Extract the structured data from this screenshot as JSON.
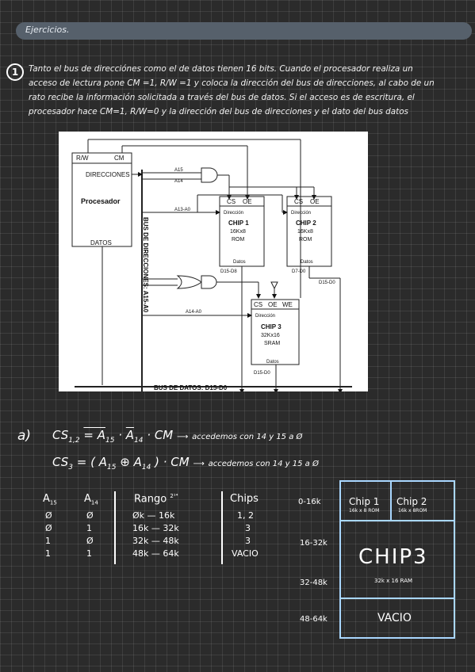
{
  "header": {
    "title": "Ejercicios."
  },
  "exercise": {
    "number": "1",
    "statement": "Tanto el bus de direcciónes como el de datos tienen 16 bits. Cuando el procesador realiza un acceso de lectura pone CM =1, R/W =1 y coloca la dirección del bus de direcciones, al cabo de un rato recibe la información solicitada a través del bus de datos. Si el acceso es de escritura, el procesador hace CM=1, R/W=0 y la dirección del bus de direcciones y el dato del bus datos"
  },
  "diagram": {
    "rw": "R/W",
    "cm": "CM",
    "direcciones": "DIRECCIONES",
    "procesador": "Procesador",
    "datos": "DATOS",
    "a15": "A15",
    "a14": "A14",
    "a13a0": "A13-A0",
    "a14a0": "A14-A0",
    "bus_dir": "BUS DE DIRECCIONES: A15-A0",
    "bus_datos": "BUS DE DATOS: D15-D0",
    "chip1": {
      "cs": "CS",
      "oe": "OE",
      "dir": "Dirección",
      "name": "CHIP 1",
      "size": "16Kx8",
      "type": "ROM",
      "datos": "Datos",
      "bus": "D15-D8"
    },
    "chip2": {
      "cs": "CS",
      "oe": "OE",
      "dir": "Dirección",
      "name": "CHIP 2",
      "size": "16Kx8",
      "type": "ROM",
      "datos": "Datos",
      "bus": "D7-D0"
    },
    "chip3": {
      "cs": "CS",
      "oe": "OE",
      "we": "WE",
      "dir": "Dirección",
      "name": "CHIP 3",
      "size": "32Kx16",
      "type": "SRAM",
      "datos": "Datos",
      "bus": "D15-D0"
    },
    "d15d0_right": "D15-D0"
  },
  "equations": {
    "label": "a)",
    "eq1_lhs": "CS",
    "eq1_sub": "1,2",
    "eq1_rhs_1": "= A",
    "eq1_sub_a": "15",
    "eq1_dot": "·",
    "eq1_rhs_2": "A",
    "eq1_sub_b": "14",
    "eq1_rhs_3": "· CM",
    "eq1_note": "accedemos con 14 y 15 a Ø",
    "eq2_lhs": "CS",
    "eq2_sub": "3",
    "eq2_rhs": "= ( A",
    "eq2_sub_a": "15",
    "eq2_op": "⊕",
    "eq2_rhs_b": "A",
    "eq2_sub_b": "14",
    "eq2_rhs_end": ") · CM",
    "eq2_note": "accedemos con 14 y 15 a Ø"
  },
  "table": {
    "headers": [
      "A",
      "A",
      "Rango",
      "Chips"
    ],
    "header_subs": [
      "15",
      "14",
      "2¹⁴",
      ""
    ],
    "rows": [
      [
        "Ø",
        "Ø",
        "Øk — 16k",
        "1, 2"
      ],
      [
        "Ø",
        "1",
        "16k — 32k",
        "3"
      ],
      [
        "1",
        "Ø",
        "32k — 48k",
        "3"
      ],
      [
        "1",
        "1",
        "48k — 64k",
        "VACIO"
      ]
    ]
  },
  "memory_map": {
    "ranges": [
      "0-16k",
      "16-32k",
      "32-48k",
      "48-64k"
    ],
    "chip1": "Chip 1",
    "chip1_sub": "16k x 8 ROM",
    "chip2": "Chip 2",
    "chip2_sub": "16k x 8ROM",
    "chip3": "CHIP3",
    "chip3_sub": "32k x 16 RAM",
    "vacio": "VACIO"
  }
}
